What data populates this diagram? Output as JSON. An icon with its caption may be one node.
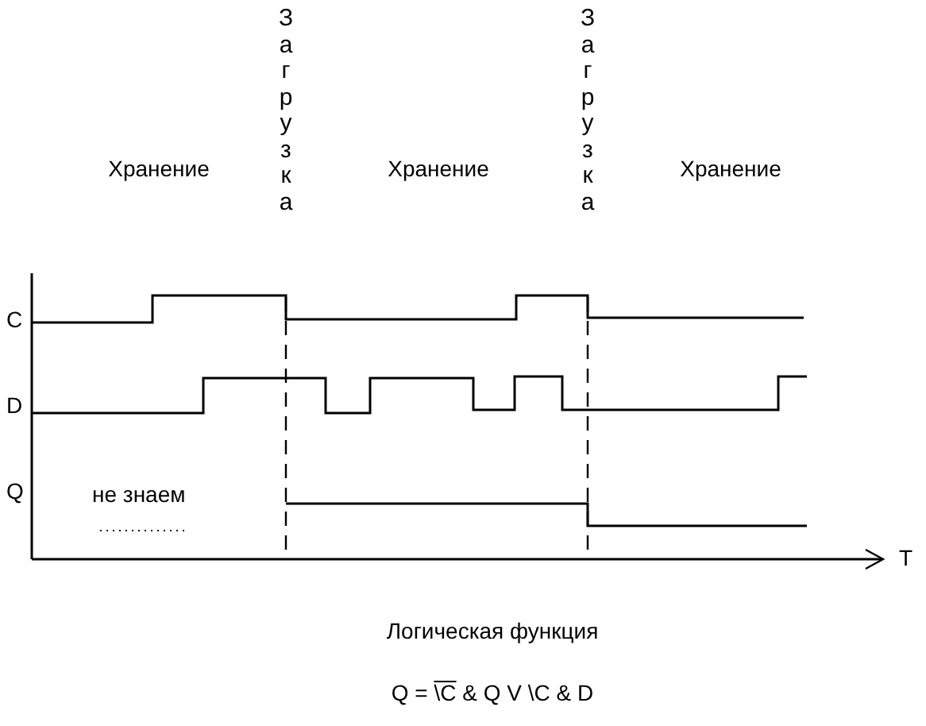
{
  "diagram": {
    "labels": [
      "Хранение",
      "Загрузка",
      "Хранение",
      "Загрузка",
      "Хранение",
      "C",
      "D",
      "Q",
      "не знаем",
      "T",
      "Логическая функция",
      "Q = \\C & Q V \\C & D"
    ]
  }
}
